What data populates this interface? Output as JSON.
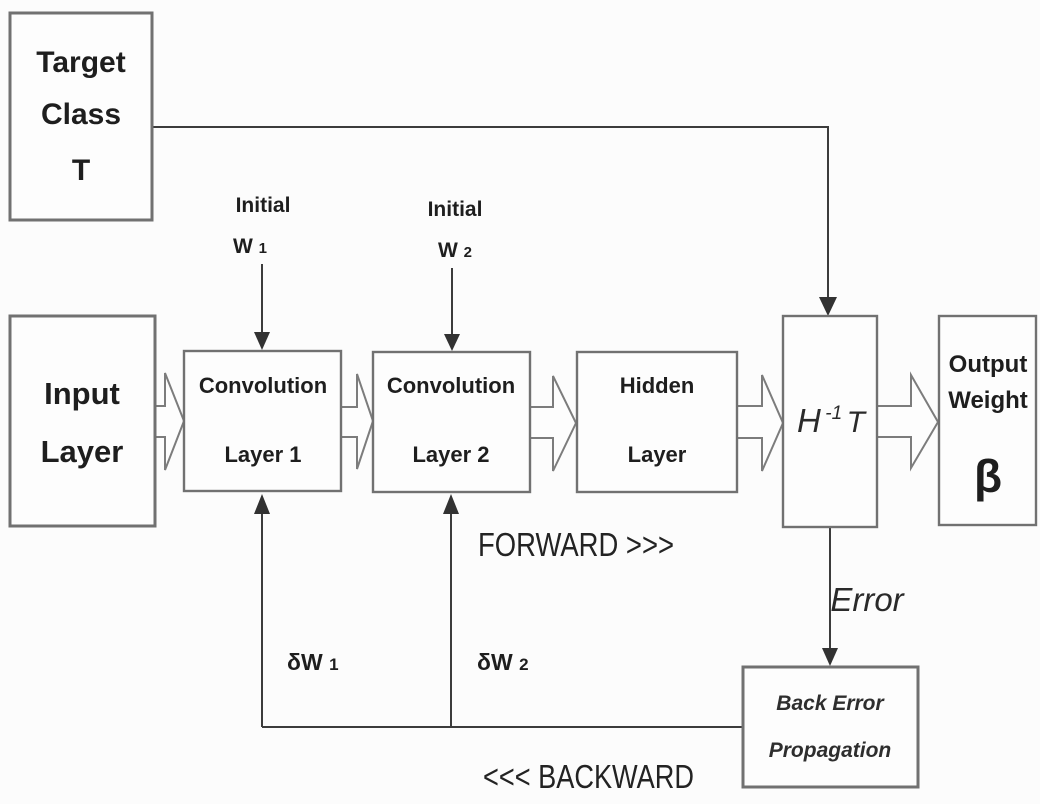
{
  "diagram": {
    "colors": {
      "background": "#fcfcfc",
      "box_fill": "#fdfdfd",
      "box_border": "#717171",
      "connector": "#3c3c3c",
      "arrowhead": "#323232",
      "text": "#1e1e1e"
    },
    "boxes": {
      "target_class": {
        "lines": [
          "Target",
          "Class",
          "T"
        ]
      },
      "input_layer": {
        "lines": [
          "Input",
          "Layer"
        ]
      },
      "conv1": {
        "line1": "Convolution",
        "line2": "Layer 1"
      },
      "conv2": {
        "line1": "Convolution",
        "line2": "Layer 2"
      },
      "hidden": {
        "line1": "Hidden",
        "line2": "Layer"
      },
      "hinv": {
        "base": "H",
        "sup": "-1",
        "tail": "T"
      },
      "output_weight": {
        "line1": "Output",
        "line2": "Weight",
        "symbol": "β"
      },
      "back_error": {
        "line1": "Back Error",
        "line2": "Propagation"
      }
    },
    "labels": {
      "initial_w1": {
        "title": "Initial",
        "main": "W",
        "sub": "1"
      },
      "initial_w2": {
        "title": "Initial",
        "main": "W",
        "sub": "2"
      },
      "delta_w1": {
        "main": "δW",
        "sub": "1"
      },
      "delta_w2": {
        "main": "δW",
        "sub": "2"
      },
      "forward": "FORWARD >>>",
      "backward": "<<< BACKWARD",
      "error": "Error"
    }
  }
}
